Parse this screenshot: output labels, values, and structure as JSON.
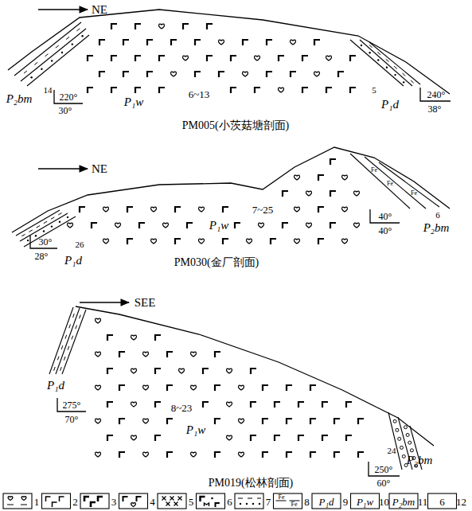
{
  "diagram": {
    "labels": [
      "NE",
      "P₂bm",
      "14",
      "220°",
      "30°",
      "P₁w",
      "6~13",
      "5",
      "P₁d",
      "240°",
      "38°",
      "PM005(小茨菇塘剖面)",
      "NE",
      "P₁w",
      "7~25",
      "Fe",
      "Fe",
      "Fe",
      "6",
      "P₂bm",
      "30°",
      "28°",
      "P₁d",
      "26",
      "40°",
      "40°",
      "PM030(金厂剖面)",
      "SEE",
      "P₁d",
      "275°",
      "70°",
      "8~23",
      "P₁w",
      "24",
      "P₂bm",
      "250°",
      "60°",
      "PM019(松林剖面)",
      "P₁d",
      "P₁w",
      "P₂bm",
      "6",
      "Fe",
      "Fe"
    ],
    "legend": [
      {
        "text": "1"
      },
      {
        "text": "2"
      },
      {
        "text": "3"
      },
      {
        "text": "4"
      },
      {
        "text": "5"
      },
      {
        "text": "6"
      },
      {
        "text": "7"
      },
      {
        "text": "8"
      },
      {
        "text": "9"
      },
      {
        "text": "10"
      },
      {
        "text": "11"
      },
      {
        "text": "12"
      }
    ]
  }
}
